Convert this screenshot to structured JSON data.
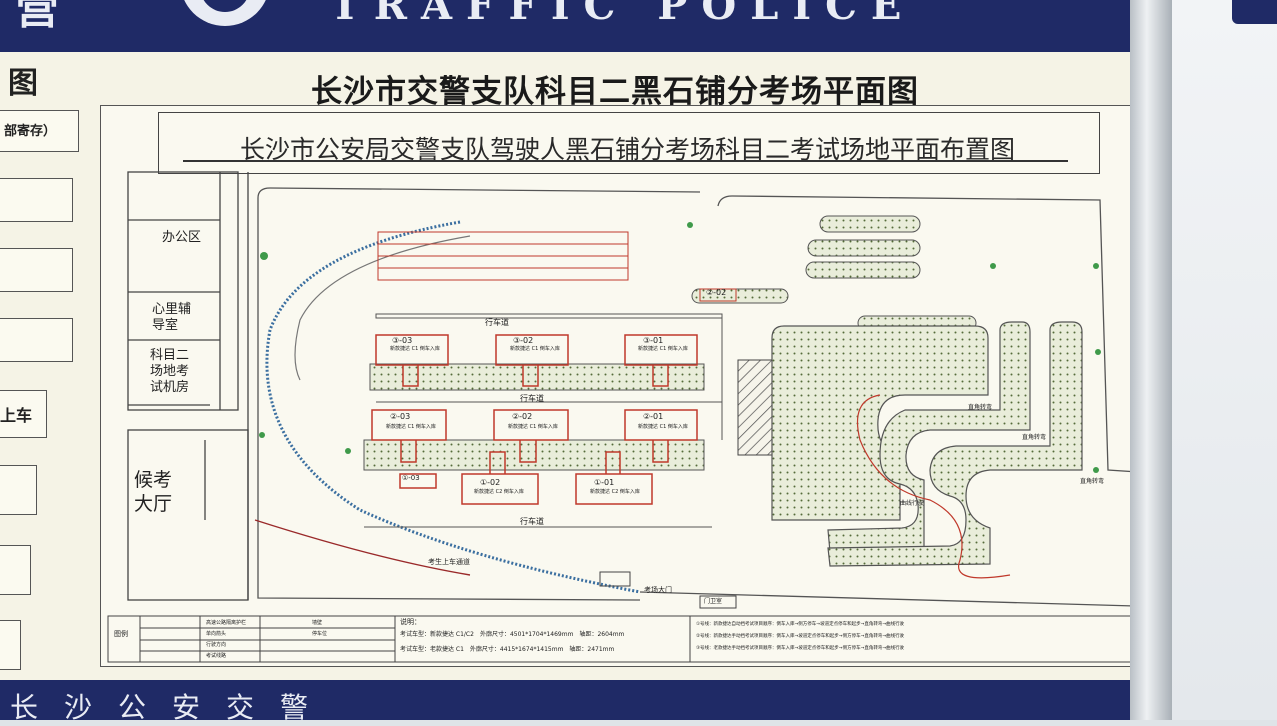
{
  "header": {
    "english": "TRAFFIC POLICE",
    "left_fragment": "营"
  },
  "footer_band": {
    "text": "长沙公安交警"
  },
  "left_panel": {
    "title_fragment": "图",
    "item_1": "部寄存）",
    "item_2": "上车"
  },
  "board": {
    "title": "长沙市交警支队科目二黑石铺分考场平面图",
    "subtitle": "长沙市公安局交警支队驾驶人黑石铺分考场科目二考试场地平面布置图"
  },
  "plan": {
    "office": "办公区",
    "counsel": "心里辅\n导室",
    "machine_room": "科目二\n场地考\n试机房",
    "waiting_hall": "候考\n大厅",
    "lane": "行车道",
    "bays_top": [
      "③-03",
      "③-02",
      "③-01"
    ],
    "bays_mid": [
      "②-03",
      "②-02",
      "②-01"
    ],
    "bays_bottom": [
      "①-03",
      "①-02",
      "①-01"
    ],
    "bay_note_c1": "新款捷达 C1 倒车入库",
    "bay_note_c2": "新款捷达 C2 倒车入库",
    "lot_02": "②-02",
    "right_curve": "直角转弯",
    "curve_label": "曲线行驶",
    "gate": "考场大门",
    "guard": "门卫室",
    "walkway": "考生上车通道",
    "legend_title": "图例",
    "legend_items": [
      "高速公路隔离护栏",
      "单向箭头",
      "行驶方向",
      "考试线路",
      "墙壁",
      "停车位"
    ],
    "notes_title": "说明：",
    "note_1": "考试车型：新款捷达 C1/C2　外廓尺寸：4501*1704*1469mm　轴距：2604mm",
    "note_2": "考试车型：老款捷达 C1　外廓尺寸：4415*1674*1415mm　轴距：2471mm",
    "note_3": "①号线：新款捷达自动挡考试项目顺序：倒车入库→侧方停车→坡道定点停车和起步→直角转弯→曲线行驶",
    "note_4": "②号线：新款捷达手动挡考试项目顺序：倒车入库→坡道定点停车和起步→侧方停车→直角转弯→曲线行驶",
    "note_5": "③号线：老款捷达手动挡考试项目顺序：倒车入库→坡道定点停车和起步→侧方停车→直角转弯→曲线行驶"
  }
}
